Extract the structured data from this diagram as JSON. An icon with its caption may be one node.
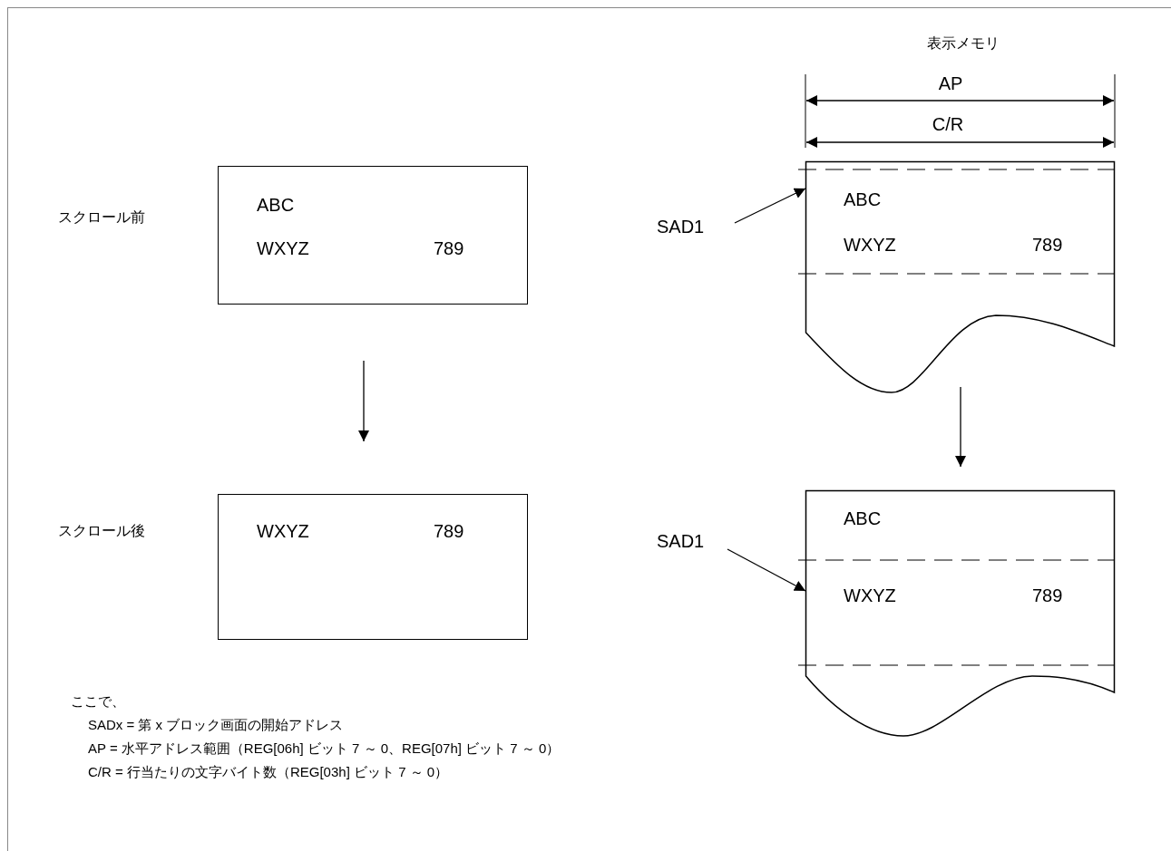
{
  "diagram": {
    "nodes": [
      {
        "text": [
          "ABC",
          "WXYZ",
          "789"
        ]
      },
      {
        "text": [
          "WXYZ",
          "789"
        ]
      },
      {
        "text": [
          "ABC",
          "WXYZ",
          "789"
        ]
      },
      {
        "text": [
          "SAD1"
        ]
      },
      {
        "text": [
          "ABC",
          "WXYZ",
          "789"
        ]
      },
      {
        "text": [
          "SAD1"
        ]
      }
    ],
    "edges": [
      {
        "from": 0,
        "to": 1,
        "arrow": "to"
      },
      {
        "from": 2,
        "to": 4,
        "arrow": "to"
      },
      {
        "from": 3,
        "to": 2,
        "arrow": "to"
      },
      {
        "from": 5,
        "to": 4,
        "arrow": "to"
      }
    ],
    "labels": [
      "表示メモリ",
      "AP",
      "C/R",
      "スクロール前",
      "スクロール後",
      "ここで、",
      "SADx = 第 x ブロック画面の開始アドレス",
      "AP = 水平アドレス範囲（REG[06h] ビット 7 ～ 0、REG[07h] ビット 7 ～ 0）",
      "C/R = 行当たりの文字バイト数（REG[03h] ビット 7 ～ 0）"
    ]
  }
}
